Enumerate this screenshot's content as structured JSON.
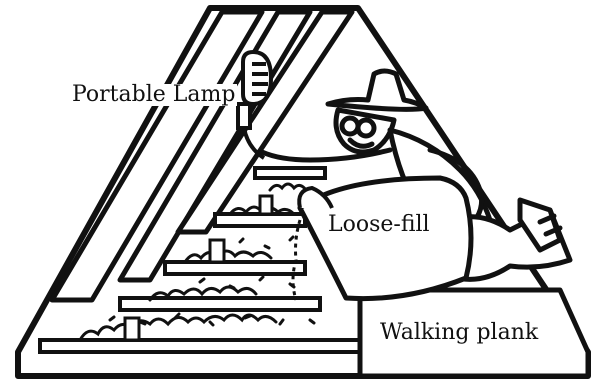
{
  "labels": {
    "lamp": "Portable Lamp",
    "loose_fill": "Loose-fill",
    "plank": "Walking plank"
  },
  "colors": {
    "ink": "#111111",
    "paper": "#ffffff"
  }
}
